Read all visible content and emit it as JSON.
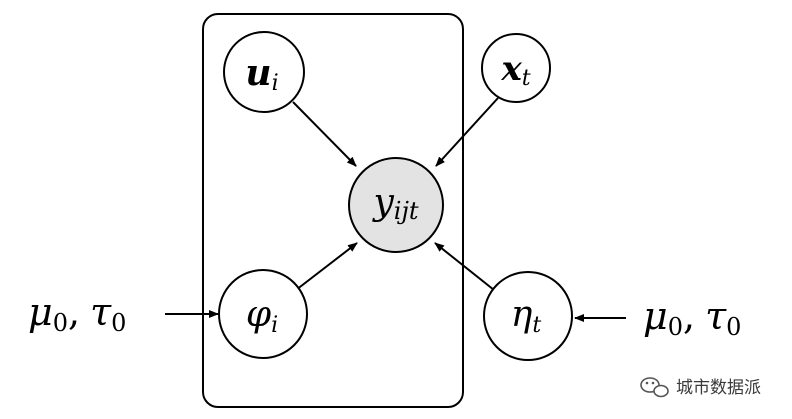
{
  "nodes": {
    "u": {
      "base": "u",
      "sub": "i"
    },
    "x": {
      "base": "x",
      "sub": "t"
    },
    "y": {
      "base": "y",
      "sub": "ijt"
    },
    "phi": {
      "base": "φ",
      "sub": "i"
    },
    "eta": {
      "base": "η",
      "sub": "t"
    }
  },
  "inputs": {
    "left": {
      "mu": "μ",
      "mu_sub": "0",
      "sep": ",",
      "tau": "τ",
      "tau_sub": "0"
    },
    "right": {
      "mu": "μ",
      "mu_sub": "0",
      "sep": ",",
      "tau": "τ",
      "tau_sub": "0"
    }
  },
  "watermark": {
    "text": "城市数据派"
  },
  "colors": {
    "stroke": "#000000",
    "observed_fill": "#e3e3e3",
    "node_fill": "#ffffff"
  }
}
